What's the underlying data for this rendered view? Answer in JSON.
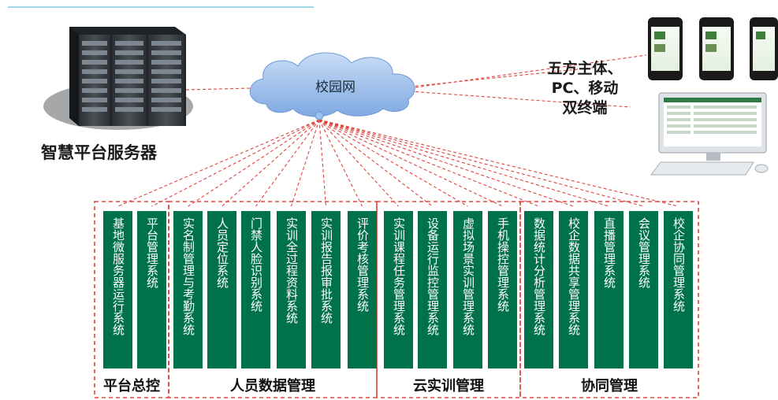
{
  "cloud": {
    "label": "校园网"
  },
  "server": {
    "label": "智慧平台服务器"
  },
  "terminals": {
    "label_lines": [
      "五方主体、",
      "PC、移动",
      "双终端"
    ]
  },
  "groups": [
    {
      "label": "平台总控",
      "systems": [
        "基地微服务器运行系统",
        "平台管理系统"
      ]
    },
    {
      "label": "人员数据管理",
      "systems": [
        "实名制管理与考勤系统",
        "人员定位系统",
        "门禁人脸识别系统",
        "实训全过程资料系统",
        "实训报告报审批系统",
        "评价考核管理系统"
      ]
    },
    {
      "label": "云实训管理",
      "systems": [
        "实训课程任务管理系统",
        "设备运行监控管理系统",
        "虚拟场景实训管理系统",
        "手机操控管理系统"
      ]
    },
    {
      "label": "协同管理",
      "systems": [
        "数据统计分析管理系统",
        "校企数据共享管理系统",
        "直播管理系统",
        "会议管理系统",
        "校企协同管理系统"
      ]
    }
  ],
  "colors": {
    "box": "#00724a",
    "dashed_line": "#e1443d",
    "cloud_fill": "#8fb8ea",
    "cloud_fill_light": "#c9dcf6"
  },
  "icons": [
    "server-rack-icon",
    "cloud-icon",
    "smartphone-icon",
    "desktop-computer-icon",
    "keyboard-icon",
    "mouse-icon"
  ]
}
